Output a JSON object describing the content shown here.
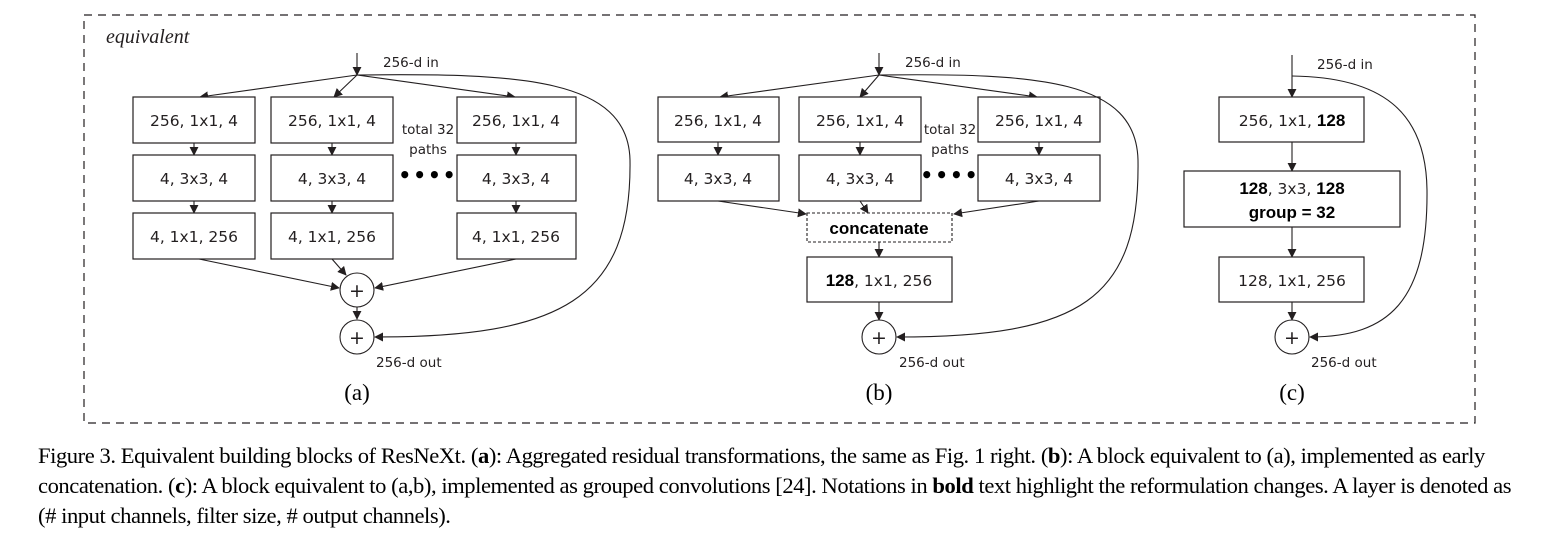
{
  "figure": {
    "frame_label": "equivalent",
    "input_label": "256-d in",
    "output_label": "256-d out",
    "paths_note_line1": "total 32",
    "paths_note_line2": "paths",
    "ellipsis": "••••",
    "plus_symbol": "+",
    "panel_a": {
      "label": "(a)",
      "paths": [
        {
          "layers": [
            "256, 1x1, 4",
            "4, 3x3, 4",
            "4, 1x1, 256"
          ]
        },
        {
          "layers": [
            "256, 1x1, 4",
            "4, 3x3, 4",
            "4, 1x1, 256"
          ]
        },
        {
          "layers": [
            "256, 1x1, 4",
            "4, 3x3, 4",
            "4, 1x1, 256"
          ]
        }
      ]
    },
    "panel_b": {
      "label": "(b)",
      "paths": [
        {
          "layers": [
            "256, 1x1, 4",
            "4, 3x3, 4"
          ]
        },
        {
          "layers": [
            "256, 1x1, 4",
            "4, 3x3, 4"
          ]
        },
        {
          "layers": [
            "256, 1x1, 4",
            "4, 3x3, 4"
          ]
        }
      ],
      "concat_label": "concatenate",
      "final_layer": {
        "bold_part": "128",
        "rest": ", 1x1, 256"
      }
    },
    "panel_c": {
      "label": "(c)",
      "layer1": {
        "normal_part": "256, 1x1, ",
        "bold_part": "128"
      },
      "layer2": {
        "bold_in": "128",
        "mid": ", 3x3, ",
        "bold_out": "128",
        "line2": "group = 32"
      },
      "layer3": "128, 1x1, 256"
    }
  },
  "caption": {
    "prefix": "Figure 3. Equivalent building blocks of ResNeXt. ",
    "a_tag": "a",
    "a_text": ": Aggregated residual transformations, the same as Fig. 1 right. ",
    "b_tag": "b",
    "b_text": ": A block equivalent to (a), implemented as early concatenation. ",
    "c_tag": "c",
    "c_text": ": A block equivalent to (a,b), implemented as grouped convolutions [24]. Notations in ",
    "bold_word": "bold",
    "suffix": " text highlight the reformulation changes. A layer is denoted as (# input channels, filter size, # output channels)."
  }
}
